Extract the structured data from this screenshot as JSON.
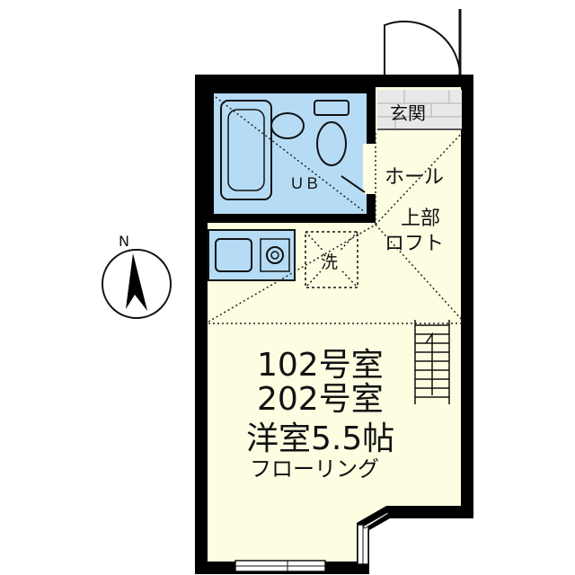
{
  "labels": {
    "entrance": "玄関",
    "unit_bath": "ＵＢ",
    "hall": "ホール",
    "loft_line1": "上部",
    "loft_line2": "ロフト",
    "washer": "洗",
    "room_line1": "102号室",
    "room_line2": "202号室",
    "room_line3": "洋室5.5帖",
    "room_line4": "フローリング"
  },
  "compass": {
    "north_label": "N"
  },
  "colors": {
    "wall": "#000000",
    "room_fill": "#fdfde2",
    "wet_area_fill": "#b6dcf5",
    "entrance_floor": "#e8e8e8"
  }
}
